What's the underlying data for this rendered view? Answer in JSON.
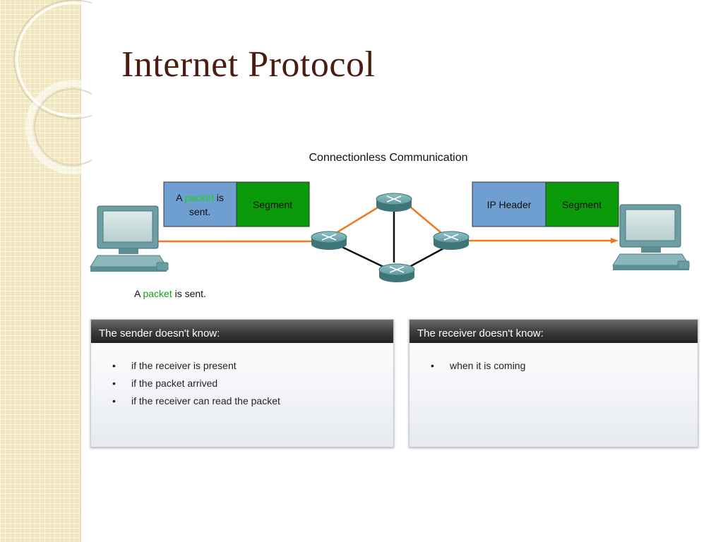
{
  "slide": {
    "title": "Internet Protocol"
  },
  "diagram": {
    "title": "Connectionless Communication",
    "sender_box": {
      "text_prefix": "A ",
      "highlight": "packet",
      "text_suffix_line1": " is",
      "text_line2": "sent.",
      "segment_label": "Segment"
    },
    "receiver_box": {
      "header_label": "IP Header",
      "segment_label": "Segment"
    },
    "caption": {
      "prefix": "A ",
      "highlight": "packet",
      "suffix": " is sent."
    }
  },
  "panels": {
    "sender": {
      "title": "The sender doesn't know:",
      "items": [
        "if the receiver is present",
        "if the packet arrived",
        "if the receiver can read the packet"
      ]
    },
    "receiver": {
      "title": "The receiver doesn't know:",
      "items": [
        "when it is coming"
      ]
    }
  },
  "colors": {
    "title": "#4b1d10",
    "header_box": "#6f9ed1",
    "segment_box": "#0a9a0a",
    "packet_text": "#14a014",
    "path_line": "#f07820",
    "router": "#4d8990"
  },
  "icons": {
    "computer": "desktop-computer-icon",
    "router": "router-icon"
  }
}
